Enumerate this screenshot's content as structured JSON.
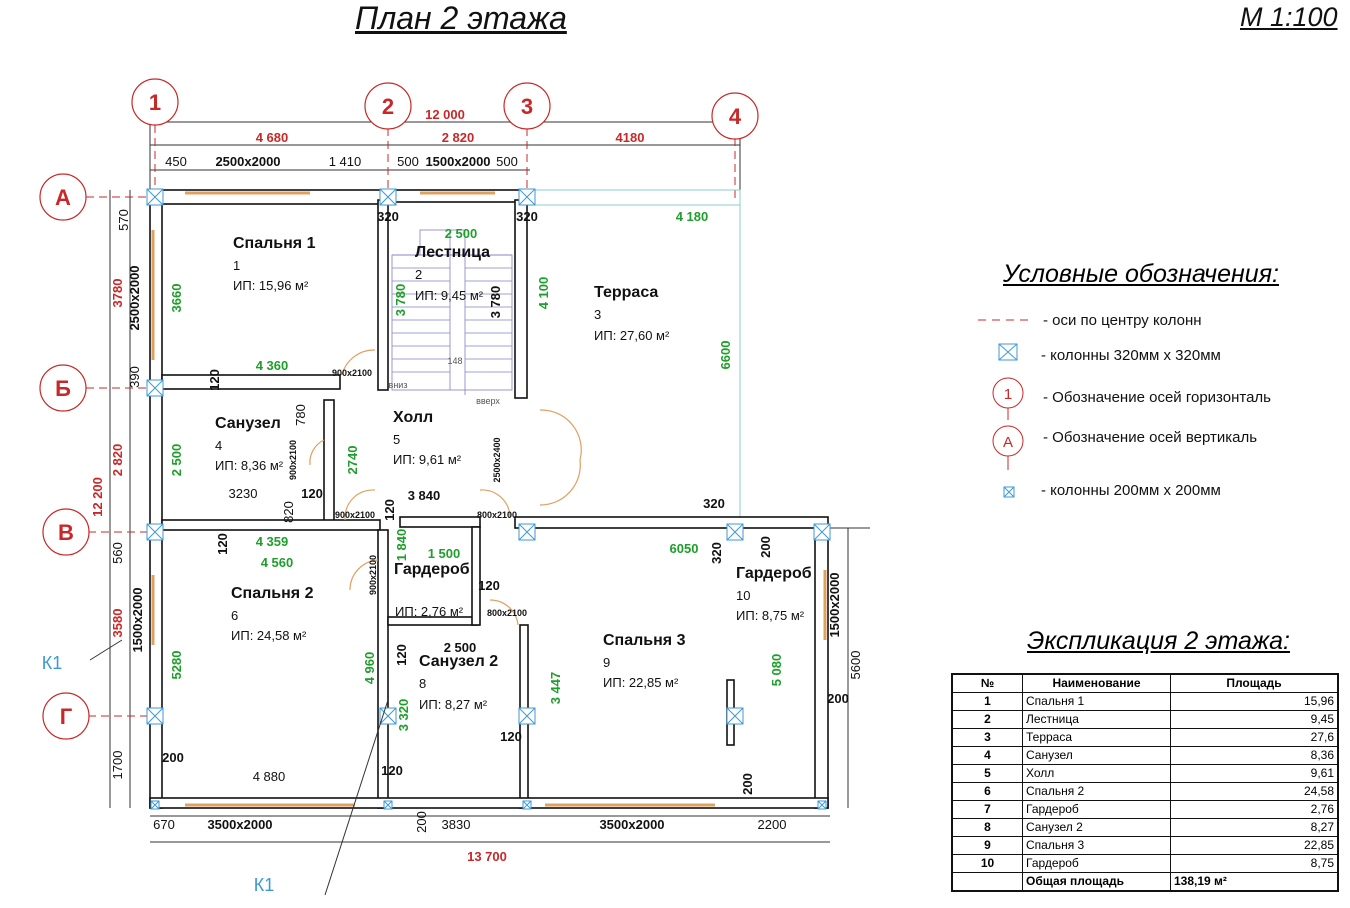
{
  "title": "План 2 этажа",
  "scale": "М 1:100",
  "axes": {
    "h": [
      "1",
      "2",
      "3",
      "4"
    ],
    "v": [
      "А",
      "Б",
      "В",
      "Г"
    ]
  },
  "rooms": [
    {
      "name": "Спальня 1",
      "num": "1",
      "area": "ИП:   15,96 м²"
    },
    {
      "name": "Лестница",
      "num": "2",
      "area": "ИП:   9,45 м²"
    },
    {
      "name": "Терраса",
      "num": "3",
      "area": "ИП: 27,60 м²"
    },
    {
      "name": "Санузел",
      "num": "4",
      "area": "ИП: 8,36 м²"
    },
    {
      "name": "Холл",
      "num": "5",
      "area": "ИП: 9,61 м²"
    },
    {
      "name": "Спальня 2",
      "num": "6",
      "area": "ИП:   24,58 м²"
    },
    {
      "name": "Гардероб",
      "num": "",
      "area": "ИП:   2,76 м²"
    },
    {
      "name": "Санузел 2",
      "num": "8",
      "area": "ИП:   8,27 м²"
    },
    {
      "name": "Спальня 3",
      "num": "9",
      "area": "ИП:   22,85 м²"
    },
    {
      "name": "Гардероб",
      "num": "10",
      "area": "ИП:   8,75 м²"
    }
  ],
  "dims": [
    "12 000",
    "4 680",
    "2 820",
    "4180",
    "450",
    "2500x2000",
    "1 410",
    "500",
    "1500x2000",
    "500",
    "320",
    "320",
    "4 180",
    "2 500",
    "570",
    "3780",
    "2500x2000",
    "3660",
    "390",
    "2 820",
    "12 200",
    "2 500",
    "560",
    "3580",
    "1500x2000",
    "5280",
    "1700",
    "3 780",
    "3 780",
    "4 100",
    "6600",
    "4 360",
    "120",
    "900x2100",
    "780",
    "900x2100",
    "2740",
    "3230",
    "120",
    "820",
    "2500x2400",
    "3 840",
    "120",
    "900x2100",
    "800x2100",
    "320",
    "4 359",
    "120",
    "4 560",
    "1 840",
    "1 500",
    "6050",
    "320",
    "200",
    "1500x2000",
    "120",
    "800x2100",
    "900x2100",
    "5 080",
    "5600",
    "200",
    "3 447",
    "2 500",
    "120",
    "4 960",
    "3 320",
    "120",
    "200",
    "4 880",
    "120",
    "200",
    "670",
    "3500x2000",
    "200",
    "3830",
    "3500x2000",
    "2200",
    "13 700"
  ],
  "section_marks": [
    "К1",
    "К1"
  ],
  "stair_text": {
    "up": "вверх",
    "down": "вниз",
    "mid": "148"
  },
  "legend": {
    "title": "Условные обозначения:",
    "items": [
      "- оси по центру колонн",
      "- колонны 320мм х 320мм",
      "- Обозначение осей горизонталь",
      "- Обозначение осей вертикаль",
      "- колонны 200мм х 200мм"
    ],
    "sample_h": "1",
    "sample_v": "А"
  },
  "explication": {
    "title": "Экспликация 2 этажа:",
    "headers": [
      "№",
      "Наименование",
      "Площадь"
    ],
    "rows": [
      [
        "1",
        "Спальня 1",
        "15,96"
      ],
      [
        "2",
        "Лестница",
        "9,45"
      ],
      [
        "3",
        "Терраса",
        "27,6"
      ],
      [
        "4",
        "Санузел",
        "8,36"
      ],
      [
        "5",
        "Холл",
        "9,61"
      ],
      [
        "6",
        "Спальня 2",
        "24,58"
      ],
      [
        "7",
        "Гардероб",
        "2,76"
      ],
      [
        "8",
        "Санузел 2",
        "8,27"
      ],
      [
        "9",
        "Спальня 3",
        "22,85"
      ],
      [
        "10",
        "Гардероб",
        "8,75"
      ]
    ],
    "total_label": "Общая площадь",
    "total_value": "138,19 м²"
  },
  "colors": {
    "axis": "#c82828",
    "dim_green": "#1e9e2a",
    "column": "#3d9ad6",
    "window": "#e0a060"
  }
}
